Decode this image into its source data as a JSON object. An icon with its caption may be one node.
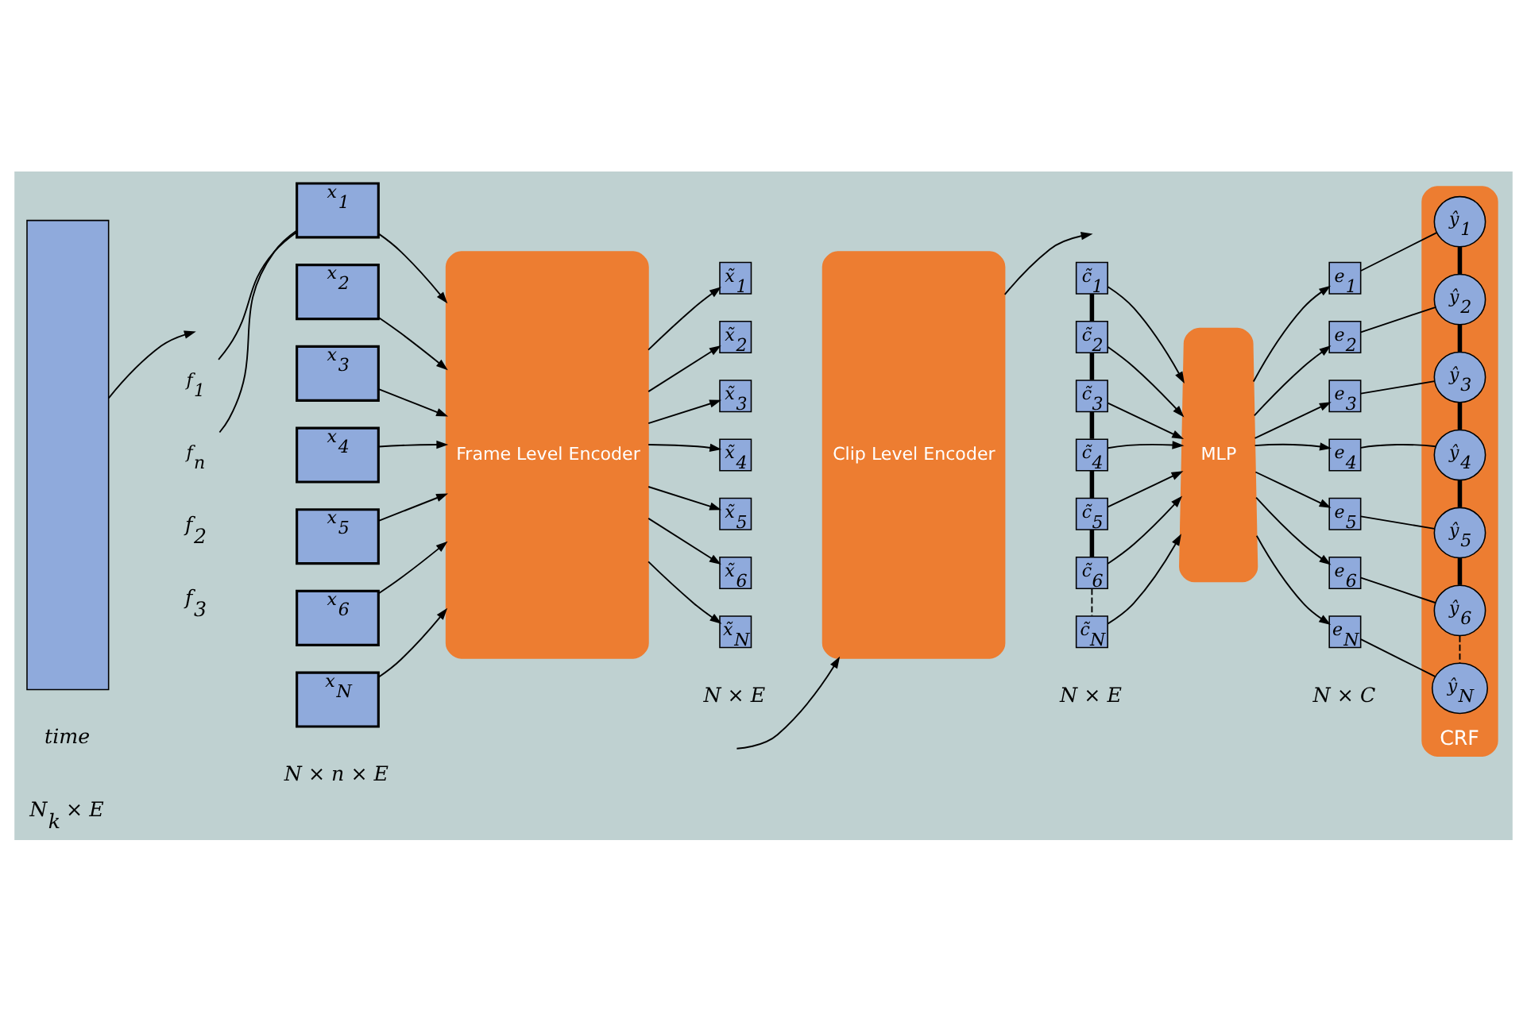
{
  "diagram": {
    "nodes": [
      {
        "text": [],
        "shape": "bar"
      },
      {
        "text": [
          "f$_{1}$"
        ]
      },
      {
        "text": [
          "f$_{n}$"
        ]
      },
      {
        "text": [
          "x$_{1}$"
        ]
      },
      {
        "text": [
          "x$_{2}$"
        ]
      },
      {
        "text": [
          "x$_{3}$"
        ]
      },
      {
        "text": [
          "x$_{4}$"
        ]
      },
      {
        "text": [
          "x$_{5}$"
        ]
      },
      {
        "text": [
          "x$_{6}$"
        ]
      },
      {
        "text": [
          "x$_{N}$"
        ]
      },
      {
        "text": [
          "Frame Level Encoder"
        ]
      },
      {
        "text": [
          "x̃$_{1}$"
        ]
      },
      {
        "text": [
          "x̃$_{2}$"
        ]
      },
      {
        "text": [
          "x̃$_{3}$"
        ]
      },
      {
        "text": [
          "x̃$_{4}$"
        ]
      },
      {
        "text": [
          "x̃$_{5}$"
        ]
      },
      {
        "text": [
          "x̃$_{6}$"
        ]
      },
      {
        "text": [
          "x̃$_{N}$"
        ]
      },
      {
        "text": [
          "Clip Level Encoder"
        ]
      },
      {
        "text": [
          "c̃$_{1}$"
        ]
      },
      {
        "text": [
          "c̃$_{2}$"
        ]
      },
      {
        "text": [
          "c̃$_{3}$"
        ]
      },
      {
        "text": [
          "c̃$_{4}$"
        ]
      },
      {
        "text": [
          "c̃$_{5}$"
        ]
      },
      {
        "text": [
          "c̃$_{6}$"
        ]
      },
      {
        "text": [
          "c̃$_{N}$"
        ]
      },
      {
        "text": [
          "MLP"
        ]
      },
      {
        "text": [
          "e$_{1}$"
        ]
      },
      {
        "text": [
          "e$_{2}$"
        ]
      },
      {
        "text": [
          "e$_{3}$"
        ]
      },
      {
        "text": [
          "e$_{4}$"
        ]
      },
      {
        "text": [
          "e$_{5}$"
        ]
      },
      {
        "text": [
          "e$_{6}$"
        ]
      },
      {
        "text": [
          "e$_{N}$"
        ]
      },
      {
        "text": [
          "CRF"
        ]
      },
      {
        "text": [
          "ŷ$_{1}$"
        ],
        "in": 34
      },
      {
        "text": [
          "ŷ$_{2}$"
        ],
        "in": 34
      },
      {
        "text": [
          "ŷ$_{3}$"
        ],
        "in": 34
      },
      {
        "text": [
          "ŷ$_{4}$"
        ],
        "in": 34
      },
      {
        "text": [
          "ŷ$_{5}$"
        ],
        "in": 34
      },
      {
        "text": [
          "ŷ$_{6}$"
        ],
        "in": 34
      },
      {
        "text": [
          "ŷ$_{N}$"
        ],
        "in": 34
      }
    ],
    "edges": [
      {
        "from": 0,
        "to": null,
        "arrow": "to"
      },
      {
        "from": 1,
        "to": 3,
        "arrow": "none"
      },
      {
        "from": 2,
        "to": 3,
        "arrow": "none"
      },
      {
        "from": 3,
        "to": 10,
        "arrow": "to"
      },
      {
        "from": 4,
        "to": 10,
        "arrow": "to"
      },
      {
        "from": 5,
        "to": 10,
        "arrow": "to"
      },
      {
        "from": 6,
        "to": 10,
        "arrow": "to"
      },
      {
        "from": 7,
        "to": 10,
        "arrow": "to"
      },
      {
        "from": 8,
        "to": 10,
        "arrow": "to"
      },
      {
        "from": 9,
        "to": 10,
        "arrow": "to"
      },
      {
        "from": 10,
        "to": 11,
        "arrow": "to"
      },
      {
        "from": 10,
        "to": 12,
        "arrow": "to"
      },
      {
        "from": 10,
        "to": 13,
        "arrow": "to"
      },
      {
        "from": 10,
        "to": 14,
        "arrow": "to"
      },
      {
        "from": 10,
        "to": 15,
        "arrow": "to"
      },
      {
        "from": 10,
        "to": 16,
        "arrow": "to"
      },
      {
        "from": 10,
        "to": 17,
        "arrow": "to"
      },
      {
        "from": null,
        "to": 18,
        "arrow": "to"
      },
      {
        "from": 18,
        "to": null,
        "arrow": "to"
      },
      {
        "from": 19,
        "to": 20,
        "arrow": "none",
        "style": "thick"
      },
      {
        "from": 20,
        "to": 21,
        "arrow": "none",
        "style": "thick"
      },
      {
        "from": 21,
        "to": 22,
        "arrow": "none",
        "style": "thick"
      },
      {
        "from": 22,
        "to": 23,
        "arrow": "none",
        "style": "thick"
      },
      {
        "from": 23,
        "to": 24,
        "arrow": "none",
        "style": "thick"
      },
      {
        "from": 24,
        "to": 25,
        "arrow": "none",
        "style": "dashed"
      },
      {
        "from": 19,
        "to": 26,
        "arrow": "to"
      },
      {
        "from": 20,
        "to": 26,
        "arrow": "to"
      },
      {
        "from": 21,
        "to": 26,
        "arrow": "to"
      },
      {
        "from": 22,
        "to": 26,
        "arrow": "to"
      },
      {
        "from": 23,
        "to": 26,
        "arrow": "to"
      },
      {
        "from": 24,
        "to": 26,
        "arrow": "to"
      },
      {
        "from": 25,
        "to": 26,
        "arrow": "to"
      },
      {
        "from": 26,
        "to": 27,
        "arrow": "to"
      },
      {
        "from": 26,
        "to": 28,
        "arrow": "to"
      },
      {
        "from": 26,
        "to": 29,
        "arrow": "to"
      },
      {
        "from": 26,
        "to": 30,
        "arrow": "to"
      },
      {
        "from": 26,
        "to": 31,
        "arrow": "to"
      },
      {
        "from": 26,
        "to": 32,
        "arrow": "to"
      },
      {
        "from": 26,
        "to": 33,
        "arrow": "to"
      },
      {
        "from": 27,
        "to": 35,
        "arrow": "none"
      },
      {
        "from": 28,
        "to": 36,
        "arrow": "none"
      },
      {
        "from": 29,
        "to": 37,
        "arrow": "none"
      },
      {
        "from": 30,
        "to": 38,
        "arrow": "none"
      },
      {
        "from": 31,
        "to": 39,
        "arrow": "none"
      },
      {
        "from": 32,
        "to": 40,
        "arrow": "none"
      },
      {
        "from": 33,
        "to": 41,
        "arrow": "none"
      },
      {
        "from": 35,
        "to": 36,
        "arrow": "none",
        "style": "thick"
      },
      {
        "from": 36,
        "to": 37,
        "arrow": "none",
        "style": "thick"
      },
      {
        "from": 37,
        "to": 38,
        "arrow": "none",
        "style": "thick"
      },
      {
        "from": 38,
        "to": 39,
        "arrow": "none",
        "style": "thick"
      },
      {
        "from": 39,
        "to": 40,
        "arrow": "none",
        "style": "thick"
      },
      {
        "from": 40,
        "to": 41,
        "arrow": "none",
        "style": "dashed"
      }
    ],
    "labels": [
      "time",
      "f$_{2}$",
      "f$_{3}$",
      "N$_{k}$ × E",
      "N × n × E",
      "N × E",
      "N × E",
      "N × C"
    ]
  }
}
